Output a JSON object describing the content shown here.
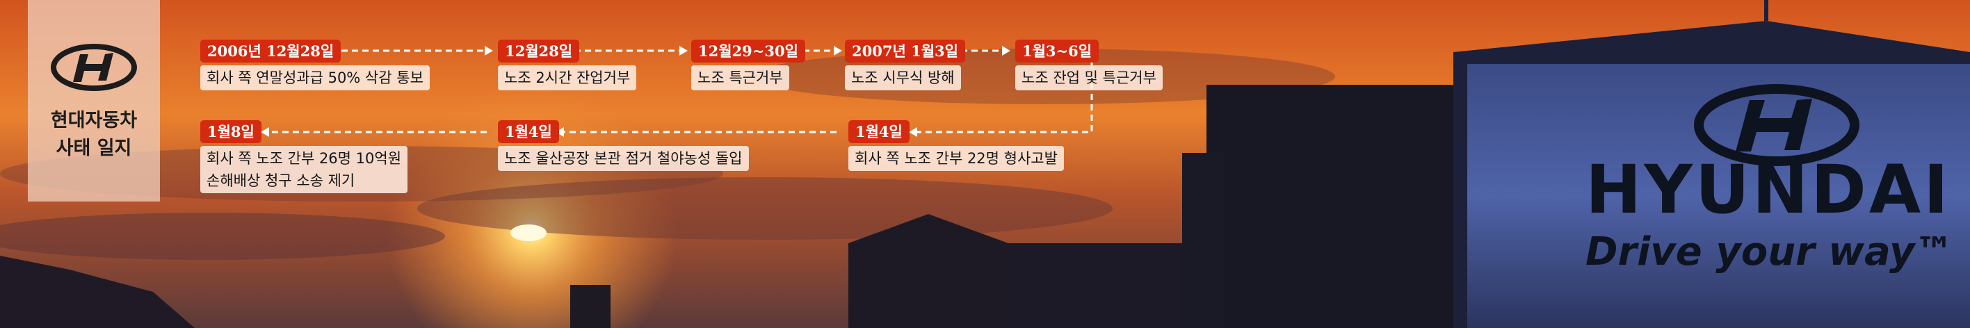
{
  "title": "현대자동차\n사태 일지",
  "colors": {
    "date_badge": "#d42a0f",
    "arrow": "#ffffff"
  },
  "events": [
    {
      "date": "2006년 12월28일",
      "text": "회사 쪽 연말성과급 50% 삭감 통보"
    },
    {
      "date": "12월28일",
      "text": "노조 2시간 잔업거부"
    },
    {
      "date": "12월29~30일",
      "text": "노조 특근거부"
    },
    {
      "date": "2007년 1월3일",
      "text": "노조 시무식 방해"
    },
    {
      "date": "1월3~6일",
      "text": "노조 잔업 및 특근거부"
    },
    {
      "date": "1월4일",
      "text": "회사 쪽 노조 간부 22명 형사고발"
    },
    {
      "date": "1월4일",
      "text": "노조 울산공장 본관 점거 철야농성 돌입"
    },
    {
      "date": "1월8일",
      "text": "회사 쪽 노조 간부 26명 10억원\n손해배상 청구 소송 제기"
    }
  ],
  "sign": {
    "brand": "HYUNDAI",
    "slogan": "Drive your way™",
    "logo_icon": "hyundai-logo-icon"
  }
}
